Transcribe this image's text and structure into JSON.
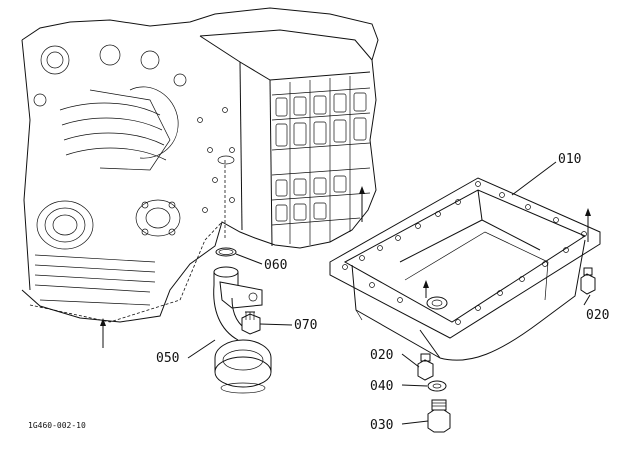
{
  "diagram_code": "1G460-002-10",
  "callouts": [
    {
      "id": "010",
      "label": "010"
    },
    {
      "id": "020a",
      "label": "020"
    },
    {
      "id": "020b",
      "label": "020"
    },
    {
      "id": "030",
      "label": "030"
    },
    {
      "id": "040",
      "label": "040"
    },
    {
      "id": "050",
      "label": "050"
    },
    {
      "id": "060",
      "label": "060"
    },
    {
      "id": "070",
      "label": "070"
    }
  ]
}
